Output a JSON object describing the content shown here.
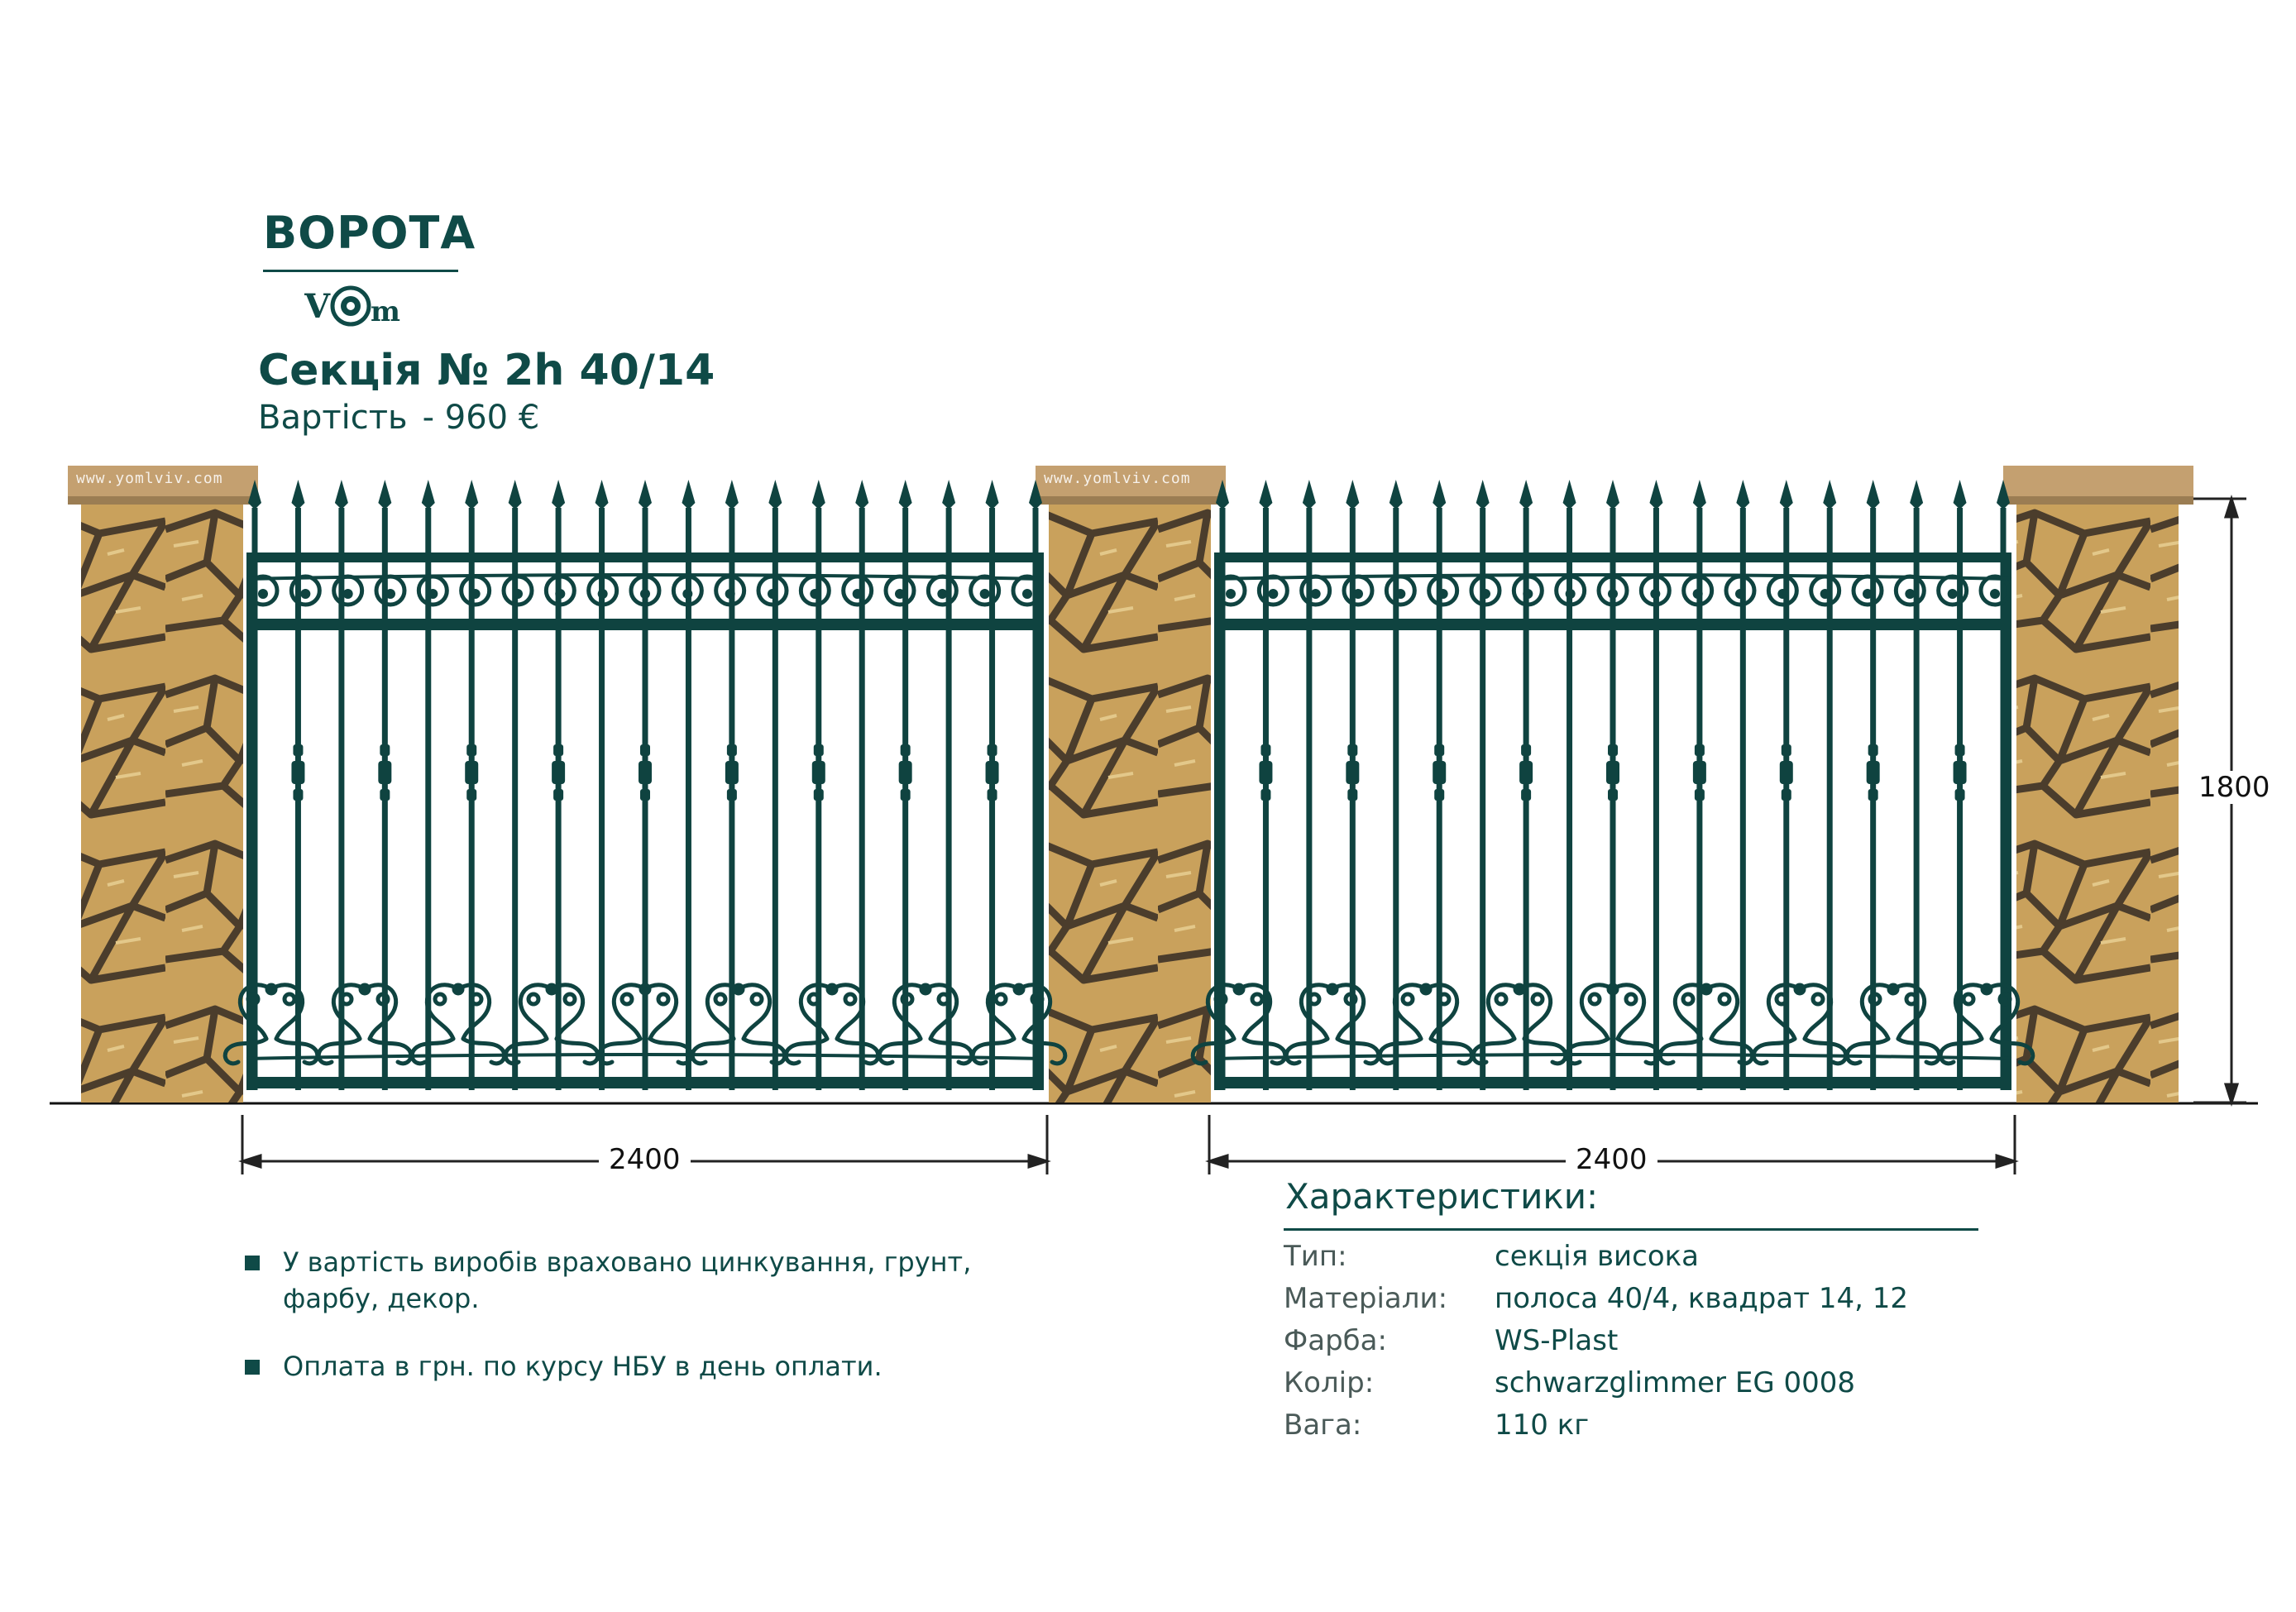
{
  "brand": {
    "title": "ВОРОТА",
    "logo_text": "VOm"
  },
  "section": {
    "title": "Секція № 2h 40/14",
    "price_label": "Вартість",
    "price_value": "- 960 €"
  },
  "watermark": "www.yomlviv.com",
  "dimensions": {
    "width_left": "2400",
    "width_right": "2400",
    "height": "1800"
  },
  "notes": [
    "У вартість виробів враховано цинкування, грунт, фарбу, декор.",
    "Оплата в грн. по курсу НБУ в день оплати."
  ],
  "specs": {
    "title": "Характеристики:",
    "rows": [
      {
        "label": "Тип:",
        "value": "секція висока"
      },
      {
        "label": "Матеріали:",
        "value": "полоса 40/4, квадрат 14, 12"
      },
      {
        "label": "Фарба:",
        "value": "WS-Plast"
      },
      {
        "label": "Колір:",
        "value": "schwarzglimmer EG 0008"
      },
      {
        "label": "Вага:",
        "value": "110 кг"
      }
    ]
  },
  "colors": {
    "metal": "#0f4340",
    "text": "#0f4a47",
    "stone": "#c9a15c",
    "stone_dark": "#5a4a36",
    "cap": "#c4a070"
  }
}
